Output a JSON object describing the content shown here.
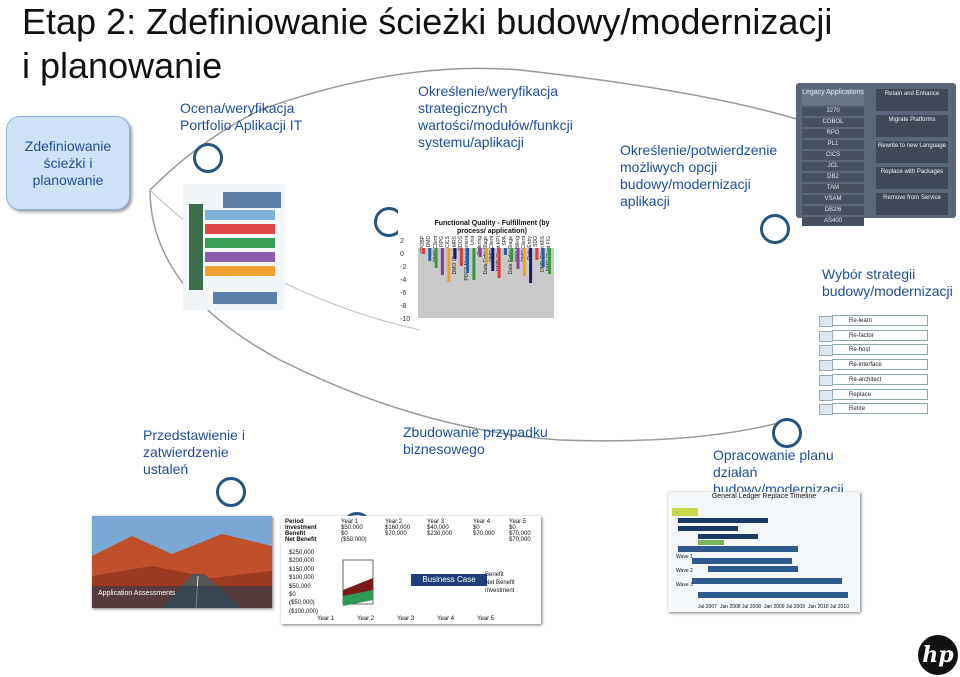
{
  "title": {
    "line1": "Etap 2: Zdefiniowanie ścieżki budowy/modernizacji",
    "line2": "i planowanie"
  },
  "start_box": "Zdefiniowanie ścieżki i planowanie",
  "steps": [
    "Ocena/weryfikacja Portfolio Aplikacji IT",
    "Określenie/weryfikacja strategicznych wartości/modułów/funkcji systemu/aplikacji",
    "Określenie/potwierdzenie możliwych opcji budowy/modernizacji aplikacji",
    "Wybór strategii budowy/modernizacji",
    "Przedstawienie i zatwierdzenie ustaleń",
    "Zbudowanie przypadku biznesowego",
    "Opracowanie planu działań budowy/modernizacji"
  ],
  "legacy": {
    "header": "Legacy Applications",
    "langs": [
      "3270",
      "COBOL",
      "RPG",
      "PL1",
      "CICS",
      "JCL",
      "DB2",
      "TAM",
      "VSAM",
      "DB2/6",
      "AS400"
    ],
    "actions": [
      "Retain and Enhance",
      "Migrate Platforms",
      "Rewrite to new Language",
      "Replace with Packages",
      "Remove from Service"
    ]
  },
  "functional_chart": {
    "title": "Functional Quality - Fulfillment (by process/ application)",
    "yticks": [
      "2",
      "0",
      "-2",
      "-4",
      "-6",
      "-8",
      "-10"
    ],
    "labels": [
      "CPOBP",
      "DMD",
      "DMO Client",
      "RPG",
      "CICS",
      "DMO Client MRS",
      "RDOS",
      "PDCS Management",
      "Unit",
      "Ordering",
      "Data Entry Stage",
      "DMD Client",
      "DMD Client KPI",
      "SPA",
      "Data Entry Stage",
      "PDO Billing",
      "DMD Client",
      "Data Entry",
      "SDO",
      "DMD Client MIS",
      "DMD Client FIG"
    ]
  },
  "strategies": [
    "Re-learn",
    "Re-factor",
    "Re-host",
    "Re-interface",
    "Re-architect",
    "Replace",
    "Retire"
  ],
  "business_case": {
    "headers": [
      "Period",
      "Year 1",
      "Year 2",
      "Year 3",
      "Year 4",
      "Year 5"
    ],
    "rows": [
      [
        "Investment",
        "$50,000",
        "$160,000",
        "$40,000",
        "$0",
        "$0"
      ],
      [
        "Benefit",
        "$0",
        "$70,000",
        "$230,000",
        "$70,000",
        "$70,000"
      ],
      [
        "Net Benefit",
        "($50,000)",
        "",
        "",
        "",
        "$70,000"
      ]
    ],
    "yaxis": [
      "$250,000",
      "$200,000",
      "$150,000",
      "$100,000",
      "$50,000",
      "$0",
      "($50,000)",
      "($100,000)"
    ],
    "xaxis": [
      "Year 1",
      "Year 2",
      "Year 3",
      "Year 4",
      "Year 5"
    ],
    "banner": "Business Case",
    "legend": [
      "Benefit",
      "Net Benefit",
      "Investment"
    ],
    "photo_caption": "Application Assessments"
  },
  "timeline": {
    "title": "General Ledger Replace Timeline",
    "rows": [
      "Wave 1",
      "Wave 2",
      "Wave 3"
    ],
    "years": [
      "Jul 2007",
      "Jan 2008",
      "Jul 2008",
      "Jan 2009",
      "Jul 2009",
      "Jan 2010",
      "Jul 2010"
    ]
  },
  "logo": "hp"
}
